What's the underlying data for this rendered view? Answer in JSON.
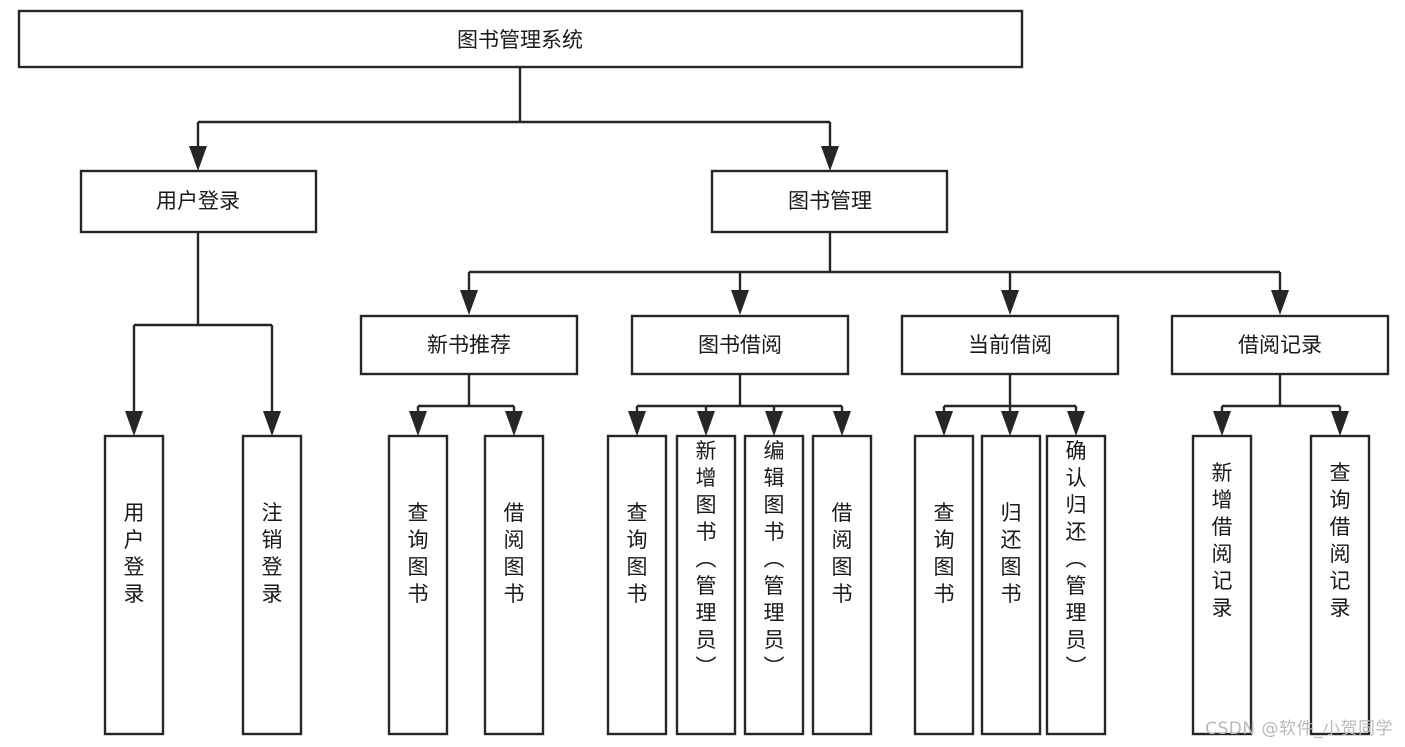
{
  "diagram": {
    "title": "图书管理系统",
    "type": "tree-hierarchy",
    "root": {
      "id": "root",
      "label": "图书管理系统"
    },
    "level2": [
      {
        "id": "user-login",
        "label": "用户登录"
      },
      {
        "id": "book-manage",
        "label": "图书管理"
      }
    ],
    "level3": [
      {
        "id": "new-book-rec",
        "label": "新书推荐",
        "parent": "book-manage"
      },
      {
        "id": "book-borrow",
        "label": "图书借阅",
        "parent": "book-manage"
      },
      {
        "id": "current-borrow",
        "label": "当前借阅",
        "parent": "book-manage"
      },
      {
        "id": "borrow-record",
        "label": "借阅记录",
        "parent": "book-manage"
      }
    ],
    "leaves": [
      {
        "id": "leaf-user-login",
        "label": "用户登录",
        "parent": "user-login"
      },
      {
        "id": "leaf-logout",
        "label": "注销登录",
        "parent": "user-login"
      },
      {
        "id": "leaf-query-book-1",
        "label": "查询图书",
        "parent": "new-book-rec"
      },
      {
        "id": "leaf-borrow-book-1",
        "label": "借阅图书",
        "parent": "new-book-rec"
      },
      {
        "id": "leaf-query-book-2",
        "label": "查询图书",
        "parent": "book-borrow"
      },
      {
        "id": "leaf-add-book",
        "label": "新增图书（管理员）",
        "parent": "book-borrow"
      },
      {
        "id": "leaf-edit-book",
        "label": "编辑图书（管理员）",
        "parent": "book-borrow"
      },
      {
        "id": "leaf-borrow-book-2",
        "label": "借阅图书",
        "parent": "book-borrow"
      },
      {
        "id": "leaf-query-book-3",
        "label": "查询图书",
        "parent": "current-borrow"
      },
      {
        "id": "leaf-return-book",
        "label": "归还图书",
        "parent": "current-borrow"
      },
      {
        "id": "leaf-confirm-return",
        "label": "确认归还（管理员）",
        "parent": "current-borrow"
      },
      {
        "id": "leaf-add-record",
        "label": "新增借阅记录",
        "parent": "borrow-record"
      },
      {
        "id": "leaf-query-record",
        "label": "查询借阅记录",
        "parent": "borrow-record"
      }
    ],
    "watermark": "CSDN @软件_小贺同学",
    "colors": {
      "stroke": "#262626",
      "fill": "#ffffff",
      "text": "#1a1a1a",
      "watermark": "#b9b9b9"
    }
  }
}
